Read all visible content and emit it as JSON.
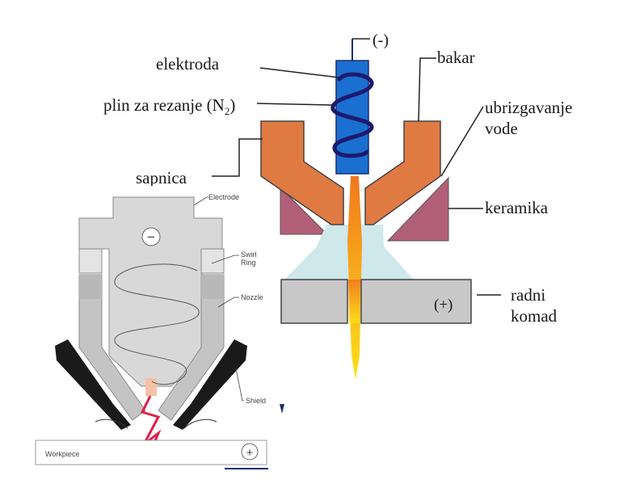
{
  "top_diagram": {
    "labels": {
      "minus": "(-)",
      "electrode": "elektroda",
      "gas_prefix": "plin za rezanje (N",
      "gas_sub": "2",
      "gas_suffix": ")",
      "nozzle": "sapnica",
      "copper": "bakar",
      "water_line1": "ubrizgavanje",
      "water_line2": "vode",
      "ceramic": "keramika",
      "plus": "(+)",
      "workpiece_line1": "radni",
      "workpiece_line2": "komad"
    },
    "colors": {
      "electrode": "#1a6fd1",
      "coil": "#1c1a6e",
      "copper": "#e07a43",
      "ceramic": "#b2607a",
      "water": "#cfe8ec",
      "workpiece": "#c8c8c8",
      "arc_top": "#f0781e",
      "arc_bottom": "#ffe11a"
    }
  },
  "bottom_diagram": {
    "labels": {
      "electrode": "Electrode",
      "swirl_line1": "Swirl",
      "swirl_line2": "Ring",
      "nozzle": "Nozzle",
      "shield": "Shield",
      "workpiece": "Workpiece",
      "minus": "−",
      "plus": "+"
    },
    "colors": {
      "body": "#d8d8d8",
      "outline": "#8a8a8a",
      "shield": "#1a1a1a",
      "arc": "#e0204a",
      "tip": "#f4c2a8"
    }
  }
}
